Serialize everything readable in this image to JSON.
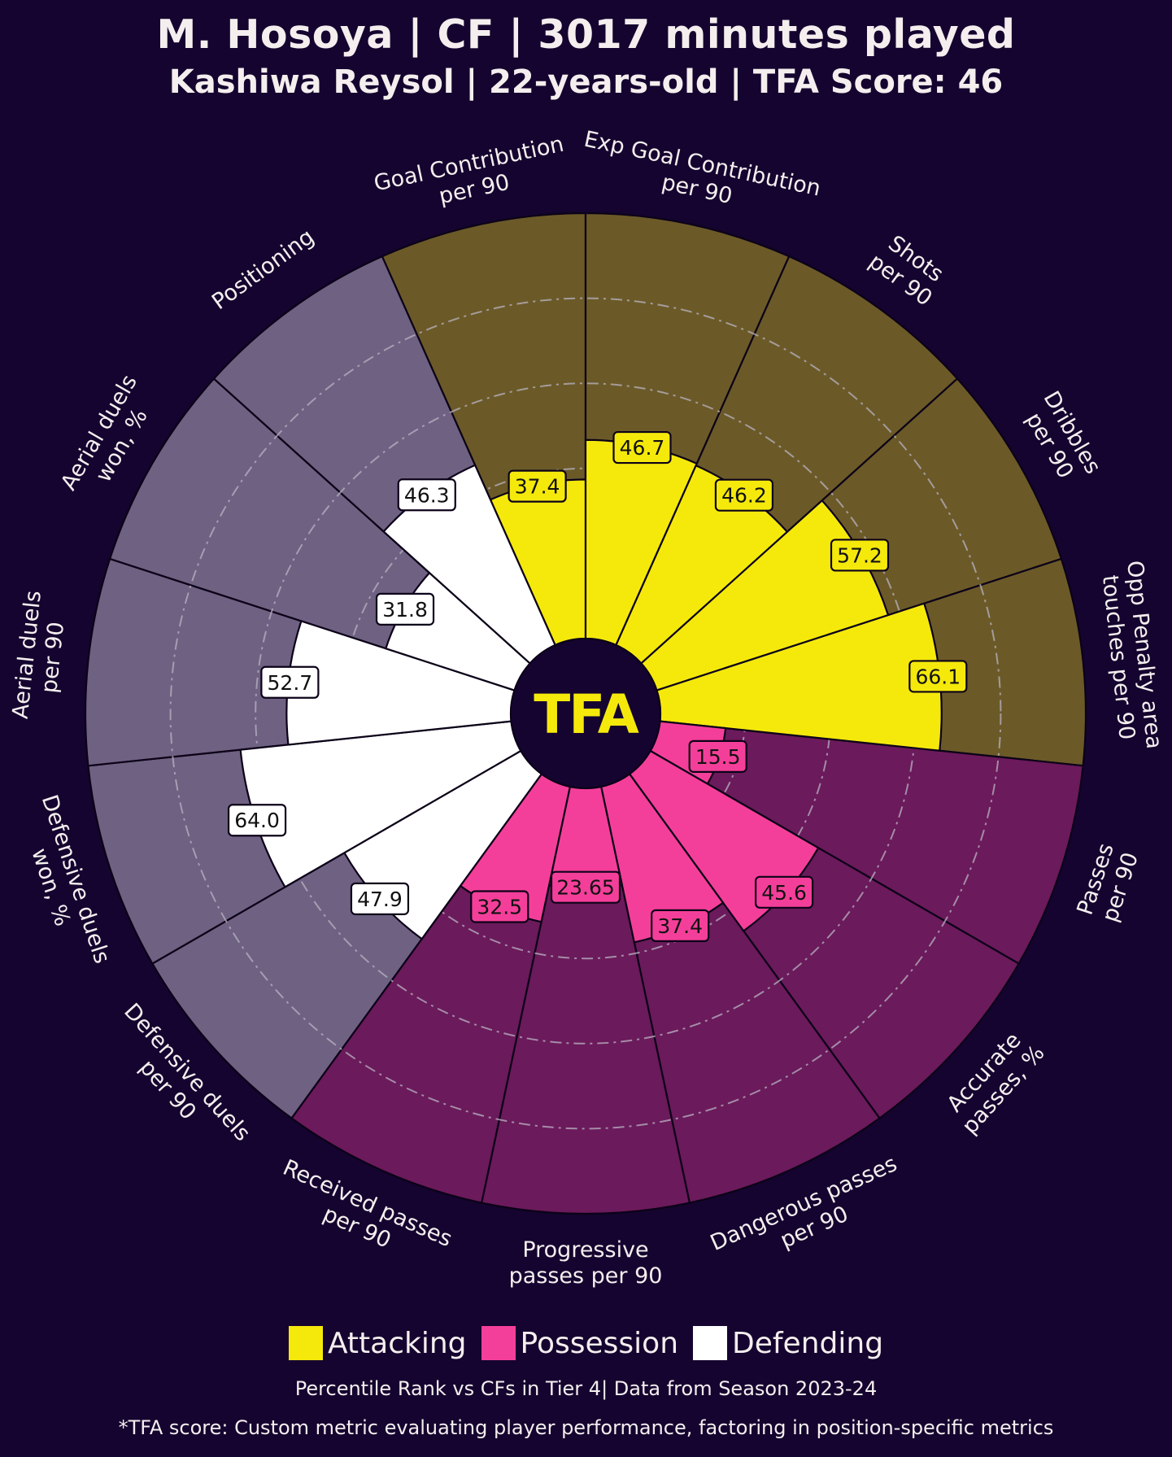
{
  "header": {
    "title": "M. Hosoya | CF | 3017 minutes played",
    "subtitle": "Kashiwa Reysol | 22-years-old | TFA Score: 46"
  },
  "logo_text": "TFA",
  "legend": [
    {
      "label": "Attacking",
      "color": "#f5e90c"
    },
    {
      "label": "Possession",
      "color": "#f43f9a"
    },
    {
      "label": "Defending",
      "color": "#ffffff"
    }
  ],
  "footer": {
    "note1": "Percentile Rank vs CFs in Tier 4| Data from Season 2023-24",
    "note2": "*TFA score: Custom metric evaluating player performance, factoring in position-specific metrics"
  },
  "colors": {
    "background": "#14042f",
    "attacking_bg": "#6b5a28",
    "possession_bg": "#6b1a5b",
    "defending_bg": "#6e6182"
  },
  "chart_data": {
    "type": "radar",
    "value_range": [
      0,
      100
    ],
    "grid": true,
    "legend_position": "bottom",
    "metrics": [
      {
        "label": "Goal Contribution\nper 90",
        "value": 37.4,
        "display": "37.4",
        "group": "Attacking"
      },
      {
        "label": "Exp Goal Contribution\nper 90",
        "value": 46.7,
        "display": "46.7",
        "group": "Attacking"
      },
      {
        "label": "Shots\nper 90",
        "value": 46.2,
        "display": "46.2",
        "group": "Attacking"
      },
      {
        "label": "Dribbles\nper 90",
        "value": 57.2,
        "display": "57.2",
        "group": "Attacking"
      },
      {
        "label": "Opp Penalty area\ntouches per 90",
        "value": 66.1,
        "display": "66.1",
        "group": "Attacking"
      },
      {
        "label": "Passes\nper 90",
        "value": 15.5,
        "display": "15.5",
        "group": "Possession"
      },
      {
        "label": "Accurate\npasses, %",
        "value": 45.6,
        "display": "45.6",
        "group": "Possession"
      },
      {
        "label": "Dangerous passes\nper 90",
        "value": 37.4,
        "display": "37.4",
        "group": "Possession"
      },
      {
        "label": "Progressive\npasses per 90",
        "value": 23.65,
        "display": "23.65",
        "group": "Possession"
      },
      {
        "label": "Received passes\nper 90",
        "value": 32.5,
        "display": "32.5",
        "group": "Possession"
      },
      {
        "label": "Defensive duels\nper 90",
        "value": 47.9,
        "display": "47.9",
        "group": "Defending"
      },
      {
        "label": "Defensive duels\nwon, %",
        "value": 64.0,
        "display": "64.0",
        "group": "Defending"
      },
      {
        "label": "Aerial duels\nper 90",
        "value": 52.7,
        "display": "52.7",
        "group": "Defending"
      },
      {
        "label": "Aerial duels\nwon, %",
        "value": 31.8,
        "display": "31.8",
        "group": "Defending"
      },
      {
        "label": "Positioning",
        "value": 46.3,
        "display": "46.3",
        "group": "Defending"
      }
    ]
  }
}
